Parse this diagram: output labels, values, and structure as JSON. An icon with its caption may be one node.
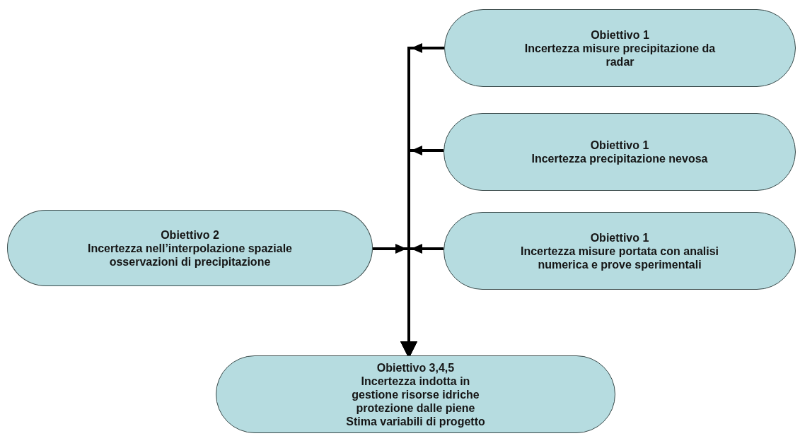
{
  "diagram": {
    "nodes": [
      {
        "text": [
          "Obiettivo 1",
          "Incertezza misure precipitazione da radar"
        ]
      },
      {
        "text": [
          "Obiettivo 1",
          "Incertezza precipitazione nevosa"
        ]
      },
      {
        "text": [
          "Obiettivo 2",
          "Incertezza nell’interpolazione spaziale osservazioni di precipitazione"
        ]
      },
      {
        "text": [
          "Obiettivo 1",
          "Incertezza misure portata con analisi numerica e prove sperimentali"
        ]
      },
      {
        "text": [
          "Obiettivo 3,4,5",
          "Incertezza indotta in gestione risorse idriche protezione dalle piene Stima variabili di progetto"
        ]
      }
    ],
    "edges": [
      {
        "from": 0,
        "to": 4,
        "arrow": "to"
      },
      {
        "from": 1,
        "to": 4,
        "arrow": "to"
      },
      {
        "from": 2,
        "to": 4,
        "arrow": "to"
      },
      {
        "from": 3,
        "to": 4,
        "arrow": "to"
      }
    ]
  }
}
